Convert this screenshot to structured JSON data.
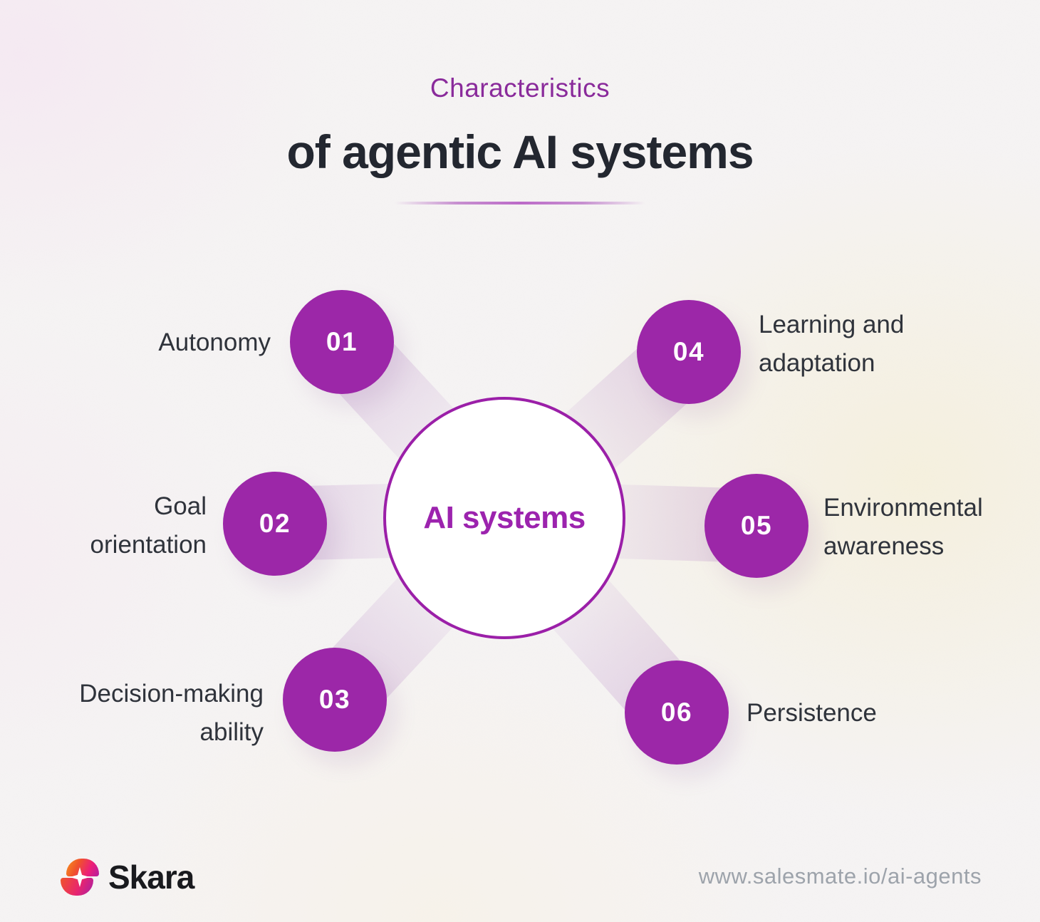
{
  "title": {
    "eyebrow": "Characteristics",
    "main": "of agentic AI systems"
  },
  "center": {
    "label": "AI systems"
  },
  "nodes": [
    {
      "number": "01",
      "label": "Autonomy",
      "lines": [
        "Autonomy"
      ]
    },
    {
      "number": "02",
      "label": "Goal orientation",
      "lines": [
        "Goal",
        "orientation"
      ]
    },
    {
      "number": "03",
      "label": "Decision-making ability",
      "lines": [
        "Decision-making",
        "ability"
      ]
    },
    {
      "number": "04",
      "label": "Learning and adaptation",
      "lines": [
        "Learning and",
        "adaptation"
      ]
    },
    {
      "number": "05",
      "label": "Environmental awareness",
      "lines": [
        "Environmental",
        "awareness"
      ]
    },
    {
      "number": "06",
      "label": "Persistence",
      "lines": [
        "Persistence"
      ]
    }
  ],
  "footer": {
    "brand": "Skara",
    "url": "www.salesmate.io/ai-agents"
  },
  "colors": {
    "node_fill": "#9C27A8",
    "center_border": "#9B1FA8",
    "center_text": "#9C23AE",
    "eyebrow_text": "#8A2B9B",
    "title_text": "#232730",
    "label_text": "#2F333B",
    "url_text": "#9DA3AB",
    "background": "#F6F4F4"
  }
}
